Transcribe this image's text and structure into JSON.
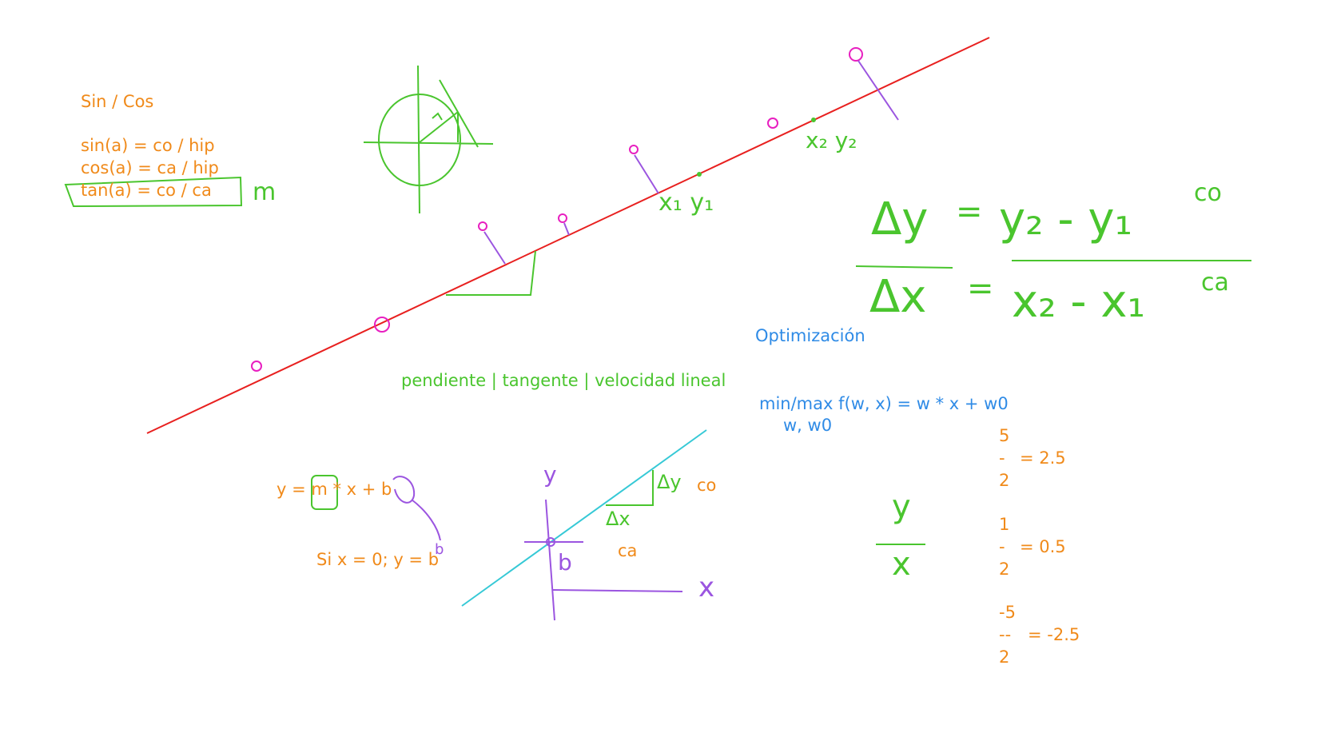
{
  "palette": {
    "orange": "#f08a1a",
    "green": "#4ac52e",
    "blue": "#2f8be6",
    "red": "#e8201f",
    "pink": "#e81fc0",
    "purple": "#9b55e0",
    "cyan": "#36c9d6"
  },
  "trig": {
    "title": "Sin / Cos",
    "sin": "sin(a) = co / hip",
    "cos": "cos(a) = ca / hip",
    "tan": "tan(a) = co / ca"
  },
  "slope_caption": "pendiente | tangente | velocidad lineal",
  "line_equation": {
    "full": "y = m * x + b",
    "intercept": "Si x = 0; y = b"
  },
  "small_graph": {
    "co": "co",
    "ca": "ca"
  },
  "optimization": {
    "title": "Optimización",
    "objective": "min/max f(w, x) = w * x + w0",
    "variables": "w, w0"
  },
  "fractions": [
    {
      "numerator": "5",
      "bar": "-",
      "result": "= 2.5",
      "denominator": "2"
    },
    {
      "numerator": "1",
      "bar": "-",
      "result": "= 0.5",
      "denominator": "2"
    },
    {
      "numerator": "-5",
      "bar": "--",
      "result": "= -2.5",
      "denominator": "2"
    }
  ],
  "handwriting": {
    "m": "m",
    "x1y1": "x₁ y₁",
    "x2y2": "x₂ y₂",
    "delta_y": "Δy",
    "delta_x": "Δx",
    "y2_minus_y1": "y₂ - y₁",
    "x2_minus_x1": "x₂ - x₁",
    "co": "co",
    "ca": "ca",
    "y_over_x_num": "y",
    "y_over_x_den": "x",
    "axis_y": "y",
    "axis_x": "x",
    "b": "b"
  }
}
